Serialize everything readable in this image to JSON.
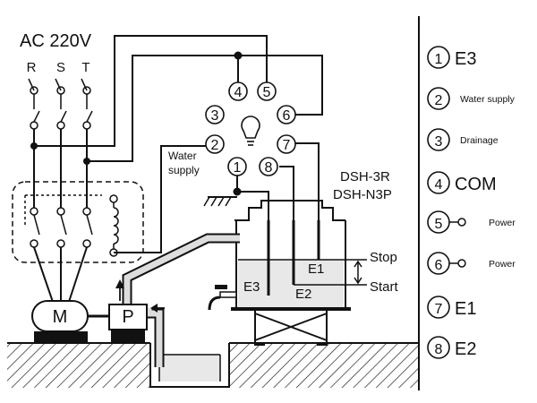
{
  "supply": {
    "voltage_label": "AC 220V",
    "phases": [
      "R",
      "S",
      "T"
    ]
  },
  "controller": {
    "model_line1": "DSH-3R",
    "model_line2": "DSH-N3P",
    "pin_numbers": [
      "1",
      "2",
      "3",
      "4",
      "5",
      "6",
      "7",
      "8"
    ],
    "water_supply_label_line1": "Water",
    "water_supply_label_line2": "supply"
  },
  "tank": {
    "electrodes": [
      "E1",
      "E2",
      "E3"
    ],
    "stop_label": "Stop",
    "start_label": "Start"
  },
  "equipment": {
    "motor_label": "M",
    "pump_label": "P"
  },
  "legend": [
    {
      "num": "1",
      "label": "E3"
    },
    {
      "num": "2",
      "label": "Water supply"
    },
    {
      "num": "3",
      "label": "Drainage"
    },
    {
      "num": "4",
      "label": "COM"
    },
    {
      "num": "5",
      "label": "Power"
    },
    {
      "num": "6",
      "label": "Power"
    },
    {
      "num": "7",
      "label": "E1"
    },
    {
      "num": "8",
      "label": "E2"
    }
  ]
}
